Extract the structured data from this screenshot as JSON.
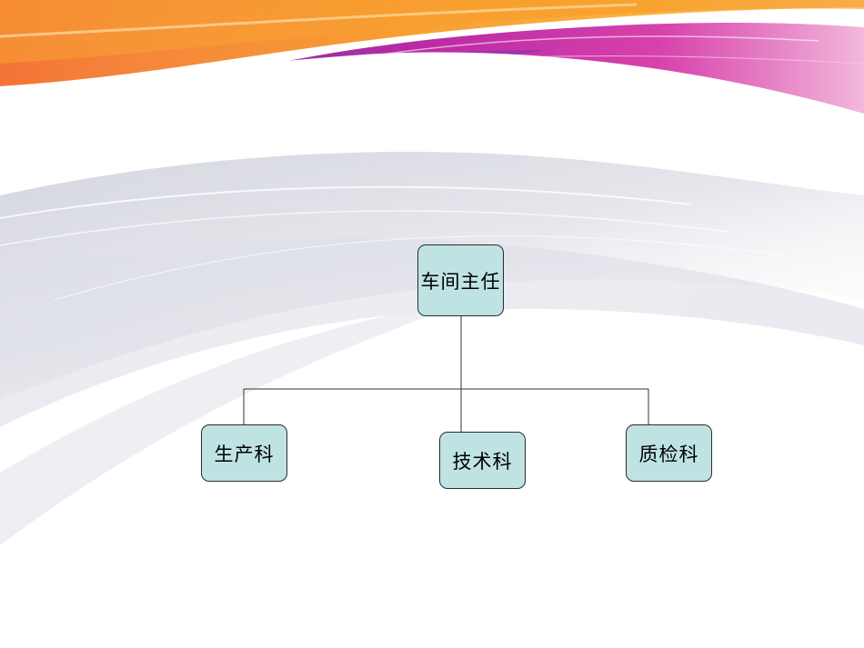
{
  "org_chart": {
    "root": {
      "label": "车间主任"
    },
    "children": [
      {
        "label": "生产科"
      },
      {
        "label": "技术科"
      },
      {
        "label": "质检科"
      }
    ]
  },
  "colors": {
    "node_fill": "#bfe3e3",
    "node_border": "#2b2b2b",
    "connector": "#333333",
    "accent_orange": "#f7941d",
    "accent_magenta": "#c2178f",
    "accent_purple": "#7b1fa2"
  }
}
